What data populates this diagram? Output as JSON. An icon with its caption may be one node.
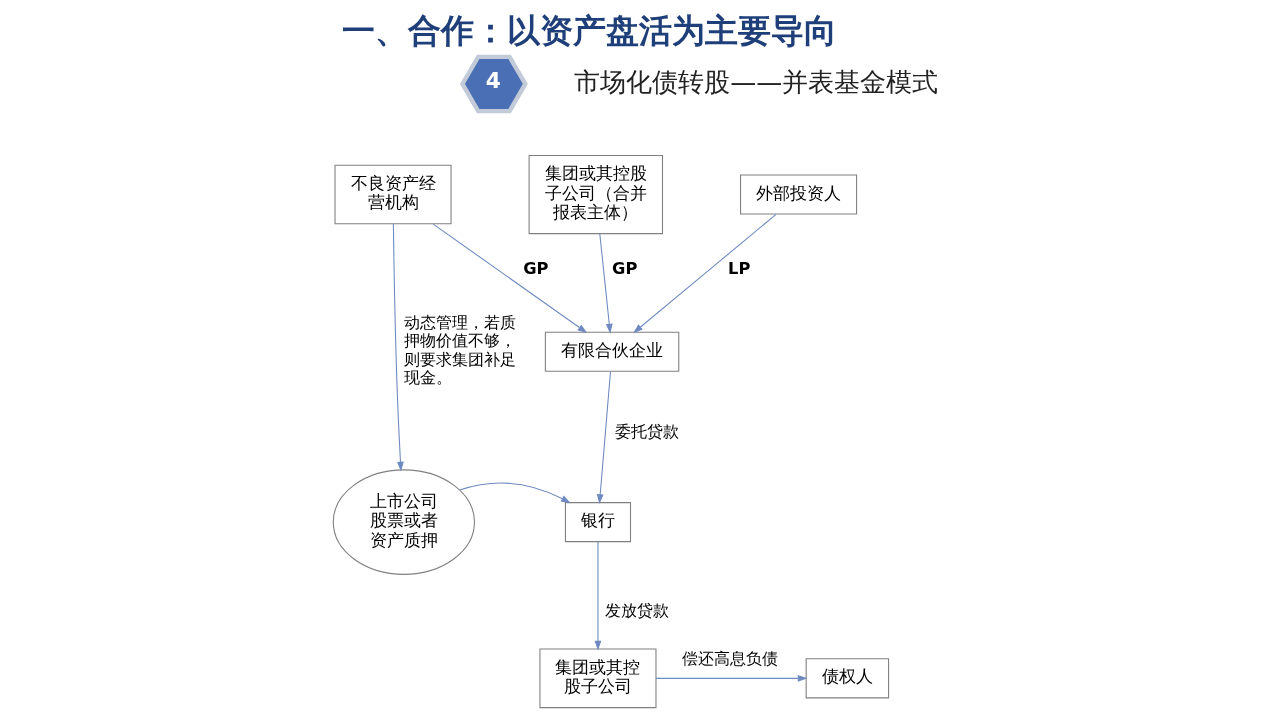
{
  "diagram": {
    "title": "一、合作：以资产盘活为主要导向",
    "nodes": [
      {
        "text": [
          "4"
        ],
        "beside": [
          "市场化债转股——并表基金模式"
        ]
      },
      {
        "text": [
          "不良资产经营机构"
        ]
      },
      {
        "text": [
          "集团或其控股子公司（合并报表主体）"
        ]
      },
      {
        "text": [
          "外部投资人"
        ]
      },
      {
        "text": [
          "有限合伙企业"
        ]
      },
      {
        "text": [
          "上市公司股票或者资产质押"
        ]
      },
      {
        "text": [
          "银行"
        ]
      },
      {
        "text": [
          "集团或其控股子公司"
        ]
      },
      {
        "text": [
          "债权人"
        ]
      }
    ],
    "edges": [
      {
        "from": 1,
        "to": 4,
        "arrow": "to",
        "label": "GP"
      },
      {
        "from": 2,
        "to": 4,
        "arrow": "to",
        "label": "GP"
      },
      {
        "from": 3,
        "to": 4,
        "arrow": "to",
        "label": "LP"
      },
      {
        "from": 1,
        "to": 5,
        "arrow": "to",
        "label": "动态管理，若质押物价值不够，则要求集团补足现金。"
      },
      {
        "from": 4,
        "to": 6,
        "arrow": "to",
        "label": "委托贷款"
      },
      {
        "from": 5,
        "to": 6,
        "arrow": "to"
      },
      {
        "from": 6,
        "to": 7,
        "arrow": "to",
        "label": "发放贷款"
      },
      {
        "from": 7,
        "to": 8,
        "arrow": "to",
        "label": "偿还高息负债"
      }
    ]
  }
}
